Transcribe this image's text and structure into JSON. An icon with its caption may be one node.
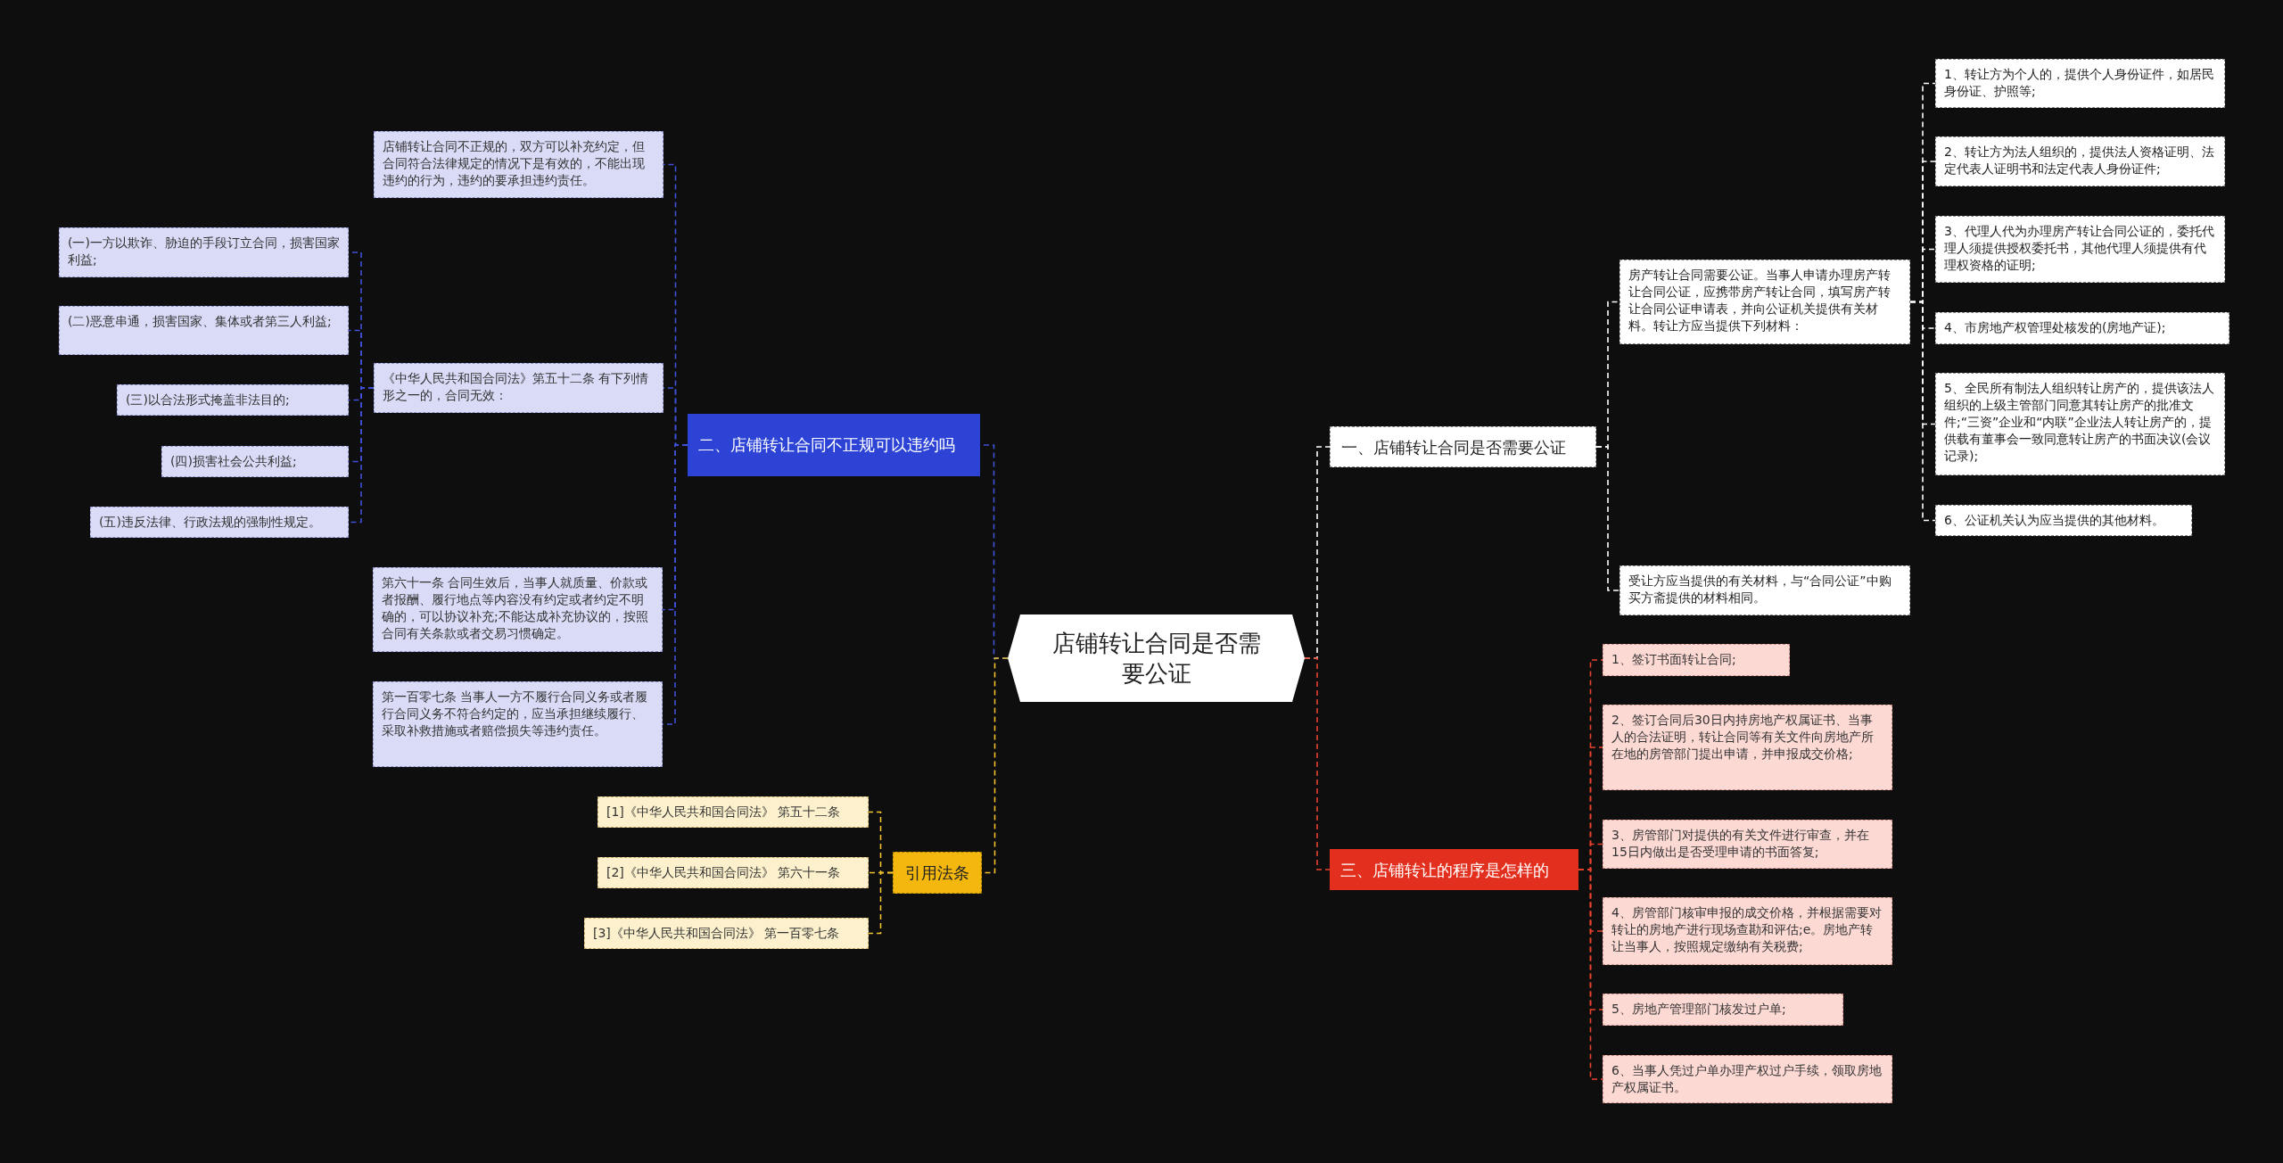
{
  "diagram": {
    "nodes": [
      {
        "text": [
          "店铺转让合同是否需要公证"
        ]
      },
      {
        "text": [
          "一、店铺转让合同是否需要公证"
        ]
      },
      {
        "text": [
          "房产转让合同需要公证。当事人申请办理房产转让合同公证，应携带房产转让合同，填写房产转让合同公证申请表，并向公证机关提供有关材料。转让方应当提供下列材料："
        ]
      },
      {
        "text": [
          "1、转让方为个人的，提供个人身份证件，如居民身份证、护照等;"
        ]
      },
      {
        "text": [
          "2、转让方为法人组织的，提供法人资格证明、法定代表人证明书和法定代表人身份证件;"
        ]
      },
      {
        "text": [
          "3、代理人代为办理房产转让合同公证的，委托代理人须提供授权委托书，其他代理人须提供有代理权资格的证明;"
        ]
      },
      {
        "text": [
          "4、市房地产权管理处核发的(房地产证);"
        ]
      },
      {
        "text": [
          "5、全民所有制法人组织转让房产的，提供该法人组织的上级主管部门同意其转让房产的批准文件;“三资”企业和“内联”企业法人转让房产的，提供载有董事会一致同意转让房产的书面决议(会议记录);"
        ]
      },
      {
        "text": [
          "6、公证机关认为应当提供的其他材料。"
        ]
      },
      {
        "text": [
          "受让方应当提供的有关材料，与“合同公证”中购买方斋提供的材料相同。"
        ]
      },
      {
        "text": [
          "三、店铺转让的程序是怎样的"
        ]
      },
      {
        "text": [
          "1、签订书面转让合同;"
        ]
      },
      {
        "text": [
          "2、签订合同后30日内持房地产权属证书、当事人的合法证明，转让合同等有关文件向房地产所在地的房管部门提出申请，并申报成交价格;"
        ]
      },
      {
        "text": [
          "3、房管部门对提供的有关文件进行审查，并在15日内做出是否受理申请的书面答复;"
        ]
      },
      {
        "text": [
          "4、房管部门核审申报的成交价格，并根据需要对转让的房地产进行现场查勘和评估;e。房地产转让当事人，按照规定缴纳有关税费;"
        ]
      },
      {
        "text": [
          "5、房地产管理部门核发过户单;"
        ]
      },
      {
        "text": [
          "6、当事人凭过户单办理产权过户手续，领取房地产权属证书。"
        ]
      },
      {
        "text": [
          "二、店铺转让合同不正规可以违约吗"
        ]
      },
      {
        "text": [
          "店铺转让合同不正规的，双方可以补充约定，但合同符合法律规定的情况下是有效的，不能出现违约的行为，违约的要承担违约责任。"
        ]
      },
      {
        "text": [
          "《中华人民共和国合同法》第五十二条 有下列情形之一的，合同无效："
        ]
      },
      {
        "text": [
          "(一)一方以欺诈、胁迫的手段订立合同，损害国家利益;"
        ]
      },
      {
        "text": [
          "(二)恶意串通，损害国家、集体或者第三人利益;"
        ]
      },
      {
        "text": [
          "(三)以合法形式掩盖非法目的;"
        ]
      },
      {
        "text": [
          "(四)损害社会公共利益;"
        ]
      },
      {
        "text": [
          "(五)违反法律、行政法规的强制性规定。"
        ]
      },
      {
        "text": [
          "第六十一条 合同生效后，当事人就质量、价款或者报酬、履行地点等内容没有约定或者约定不明确的，可以协议补充;不能达成补充协议的，按照合同有关条款或者交易习惯确定。"
        ]
      },
      {
        "text": [
          "第一百零七条 当事人一方不履行合同义务或者履行合同义务不符合约定的，应当承担继续履行、采取补救措施或者赔偿损失等违约责任。"
        ]
      },
      {
        "text": [
          "引用法条"
        ]
      },
      {
        "text": [
          "[1]《中华人民共和国合同法》 第五十二条"
        ]
      },
      {
        "text": [
          "[2]《中华人民共和国合同法》 第六十一条"
        ]
      },
      {
        "text": [
          "[3]《中华人民共和国合同法》 第一百零七条"
        ]
      }
    ],
    "edges": [
      {
        "from": 0,
        "to": 1,
        "arrow": "none",
        "color": "#ffffff"
      },
      {
        "from": 1,
        "to": 2,
        "arrow": "none",
        "color": "#ffffff"
      },
      {
        "from": 2,
        "to": 3,
        "arrow": "none",
        "color": "#ffffff"
      },
      {
        "from": 2,
        "to": 4,
        "arrow": "none",
        "color": "#ffffff"
      },
      {
        "from": 2,
        "to": 5,
        "arrow": "none",
        "color": "#ffffff"
      },
      {
        "from": 2,
        "to": 6,
        "arrow": "none",
        "color": "#ffffff"
      },
      {
        "from": 2,
        "to": 7,
        "arrow": "none",
        "color": "#ffffff"
      },
      {
        "from": 2,
        "to": 8,
        "arrow": "none",
        "color": "#ffffff"
      },
      {
        "from": 1,
        "to": 9,
        "arrow": "none",
        "color": "#ffffff"
      },
      {
        "from": 0,
        "to": 10,
        "arrow": "none",
        "color": "#e8412c"
      },
      {
        "from": 10,
        "to": 11,
        "arrow": "none",
        "color": "#e8412c"
      },
      {
        "from": 10,
        "to": 12,
        "arrow": "none",
        "color": "#e8412c"
      },
      {
        "from": 10,
        "to": 13,
        "arrow": "none",
        "color": "#e8412c"
      },
      {
        "from": 10,
        "to": 14,
        "arrow": "none",
        "color": "#e8412c"
      },
      {
        "from": 10,
        "to": 15,
        "arrow": "none",
        "color": "#e8412c"
      },
      {
        "from": 10,
        "to": 16,
        "arrow": "none",
        "color": "#e8412c"
      },
      {
        "from": 0,
        "to": 17,
        "arrow": "none",
        "color": "#3f51d8"
      },
      {
        "from": 17,
        "to": 18,
        "arrow": "none",
        "color": "#3f51d8"
      },
      {
        "from": 17,
        "to": 19,
        "arrow": "none",
        "color": "#3f51d8"
      },
      {
        "from": 19,
        "to": 20,
        "arrow": "none",
        "color": "#3f51d8"
      },
      {
        "from": 19,
        "to": 21,
        "arrow": "none",
        "color": "#3f51d8"
      },
      {
        "from": 19,
        "to": 22,
        "arrow": "none",
        "color": "#3f51d8"
      },
      {
        "from": 19,
        "to": 23,
        "arrow": "none",
        "color": "#3f51d8"
      },
      {
        "from": 19,
        "to": 24,
        "arrow": "none",
        "color": "#3f51d8"
      },
      {
        "from": 17,
        "to": 25,
        "arrow": "none",
        "color": "#3f51d8"
      },
      {
        "from": 17,
        "to": 26,
        "arrow": "none",
        "color": "#3f51d8"
      },
      {
        "from": 0,
        "to": 27,
        "arrow": "none",
        "color": "#f2c12e"
      },
      {
        "from": 27,
        "to": 28,
        "arrow": "none",
        "color": "#f2c12e"
      },
      {
        "from": 27,
        "to": 29,
        "arrow": "none",
        "color": "#f2c12e"
      },
      {
        "from": 27,
        "to": 30,
        "arrow": "none",
        "color": "#f2c12e"
      }
    ]
  }
}
